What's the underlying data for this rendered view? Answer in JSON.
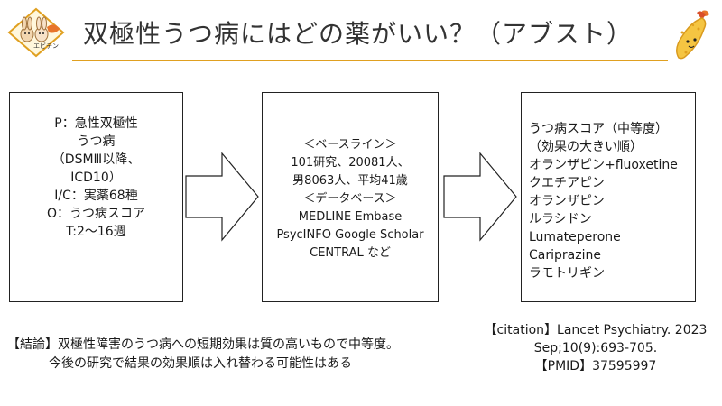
{
  "header": {
    "logo_label": "エビテン",
    "title": "双極性うつ病にはどの薬がいい？（アブスト）"
  },
  "box1": {
    "lines": [
      "P：急性双極性",
      "うつ病",
      "（DSMⅢ以降、",
      "ICD10）",
      "I/C：実薬68種",
      "O：うつ病スコア",
      "T:2〜16週"
    ]
  },
  "box2": {
    "lines": [
      "＜ベースライン＞",
      "101研究、20081人、",
      "男8063人、平均41歳",
      "＜データベース＞",
      "MEDLINE Embase",
      "PsycINFO Google Scholar",
      "CENTRAL など"
    ]
  },
  "box3": {
    "lines": [
      "うつ病スコア（中等度）",
      "（効果の大きい順）",
      "オランザピン+fluoxetine",
      "クエチアピン",
      "オランザピン",
      "ルラシドン",
      "Lumateperone",
      "Cariprazine",
      "ラモトリギン"
    ]
  },
  "conclusion": {
    "line1": "【結論】双極性障害のうつ病への短期効果は質の高いもので中等度。",
    "line2": "今後の研究で結果の効果順は入れ替わる可能性はある"
  },
  "citation": {
    "line1": "【citation】Lancet Psychiatry. 2023",
    "line2": "Sep;10(9):693-705.",
    "line3": "【PMID】37595997"
  },
  "colors": {
    "accent": "#e0a020",
    "shrimp": "#e8742a",
    "batter": "#f5c542"
  },
  "icons": [
    "rabbit-logo-icon",
    "fried-shrimp-icon",
    "right-arrow-icon"
  ]
}
